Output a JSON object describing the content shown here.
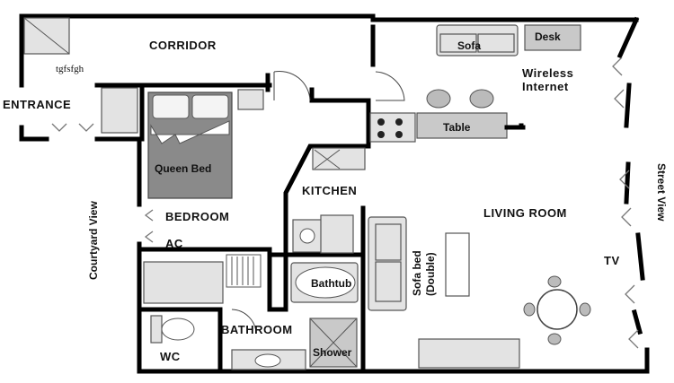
{
  "rooms": {
    "corridor": "CORRIDOR",
    "entrance": "ENTRANCE",
    "bedroom": "BEDROOM",
    "kitchen": "KITCHEN",
    "living_room": "LIVING ROOM",
    "bathroom": "BATHROOM",
    "wc": "WC"
  },
  "furniture": {
    "queen_bed": "Queen Bed",
    "sofa": "Sofa",
    "desk": "Desk",
    "table": "Table",
    "bathtub": "Bathtub",
    "shower": "Shower",
    "sofa_bed_line1": "Sofa bed",
    "sofa_bed_line2": "(Double)",
    "ac": "AC",
    "tv": "TV"
  },
  "notes": {
    "wireless_line1": "Wireless",
    "wireless_line2": "Internet",
    "scribble": "tgfsfgh"
  },
  "views": {
    "courtyard": "Courtyard View",
    "street": "Street View"
  }
}
